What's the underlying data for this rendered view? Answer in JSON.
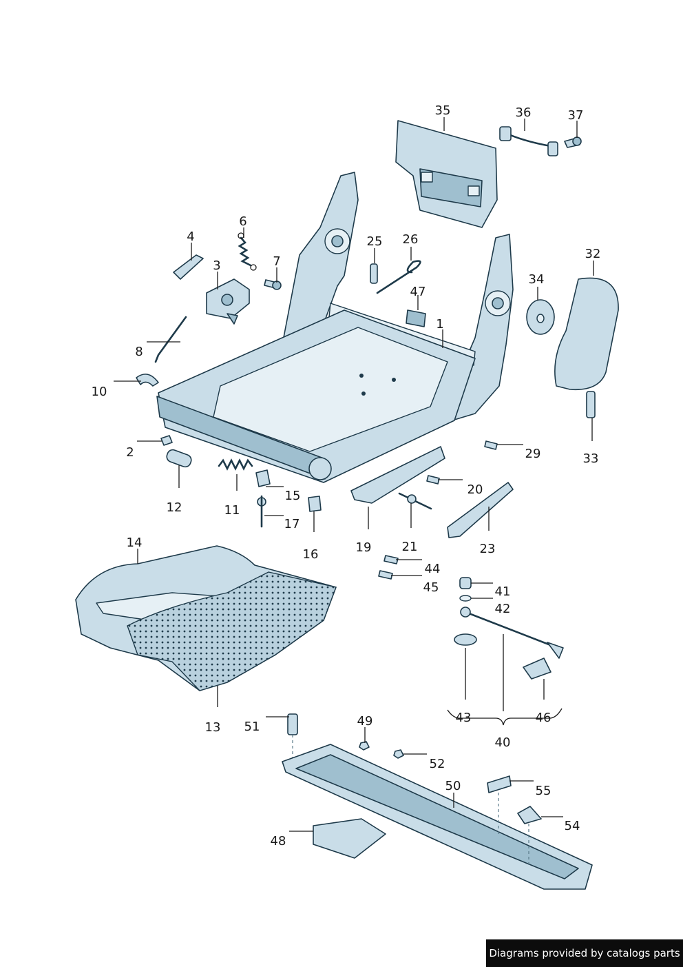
{
  "footer": {
    "text": "Diagrams provided by catalogs parts"
  },
  "callouts": {
    "c1": "1",
    "c2": "2",
    "c3": "3",
    "c4": "4",
    "c6": "6",
    "c7": "7",
    "c8": "8",
    "c10": "10",
    "c11": "11",
    "c12": "12",
    "c13": "13",
    "c14": "14",
    "c15": "15",
    "c16": "16",
    "c17": "17",
    "c19": "19",
    "c20": "20",
    "c21": "21",
    "c23": "23",
    "c25": "25",
    "c26": "26",
    "c29": "29",
    "c32": "32",
    "c33": "33",
    "c34": "34",
    "c35": "35",
    "c36": "36",
    "c37": "37",
    "c40": "40",
    "c41": "41",
    "c42": "42",
    "c43": "43",
    "c44": "44",
    "c45": "45",
    "c46": "46",
    "c47": "47",
    "c48": "48",
    "c49": "49",
    "c50": "50",
    "c51": "51",
    "c52": "52",
    "c54": "54",
    "c55": "55"
  },
  "colors": {
    "part_fill": "#c9dde8",
    "part_outline": "#1e3a4a",
    "footer_bg": "#0c0c0c"
  }
}
